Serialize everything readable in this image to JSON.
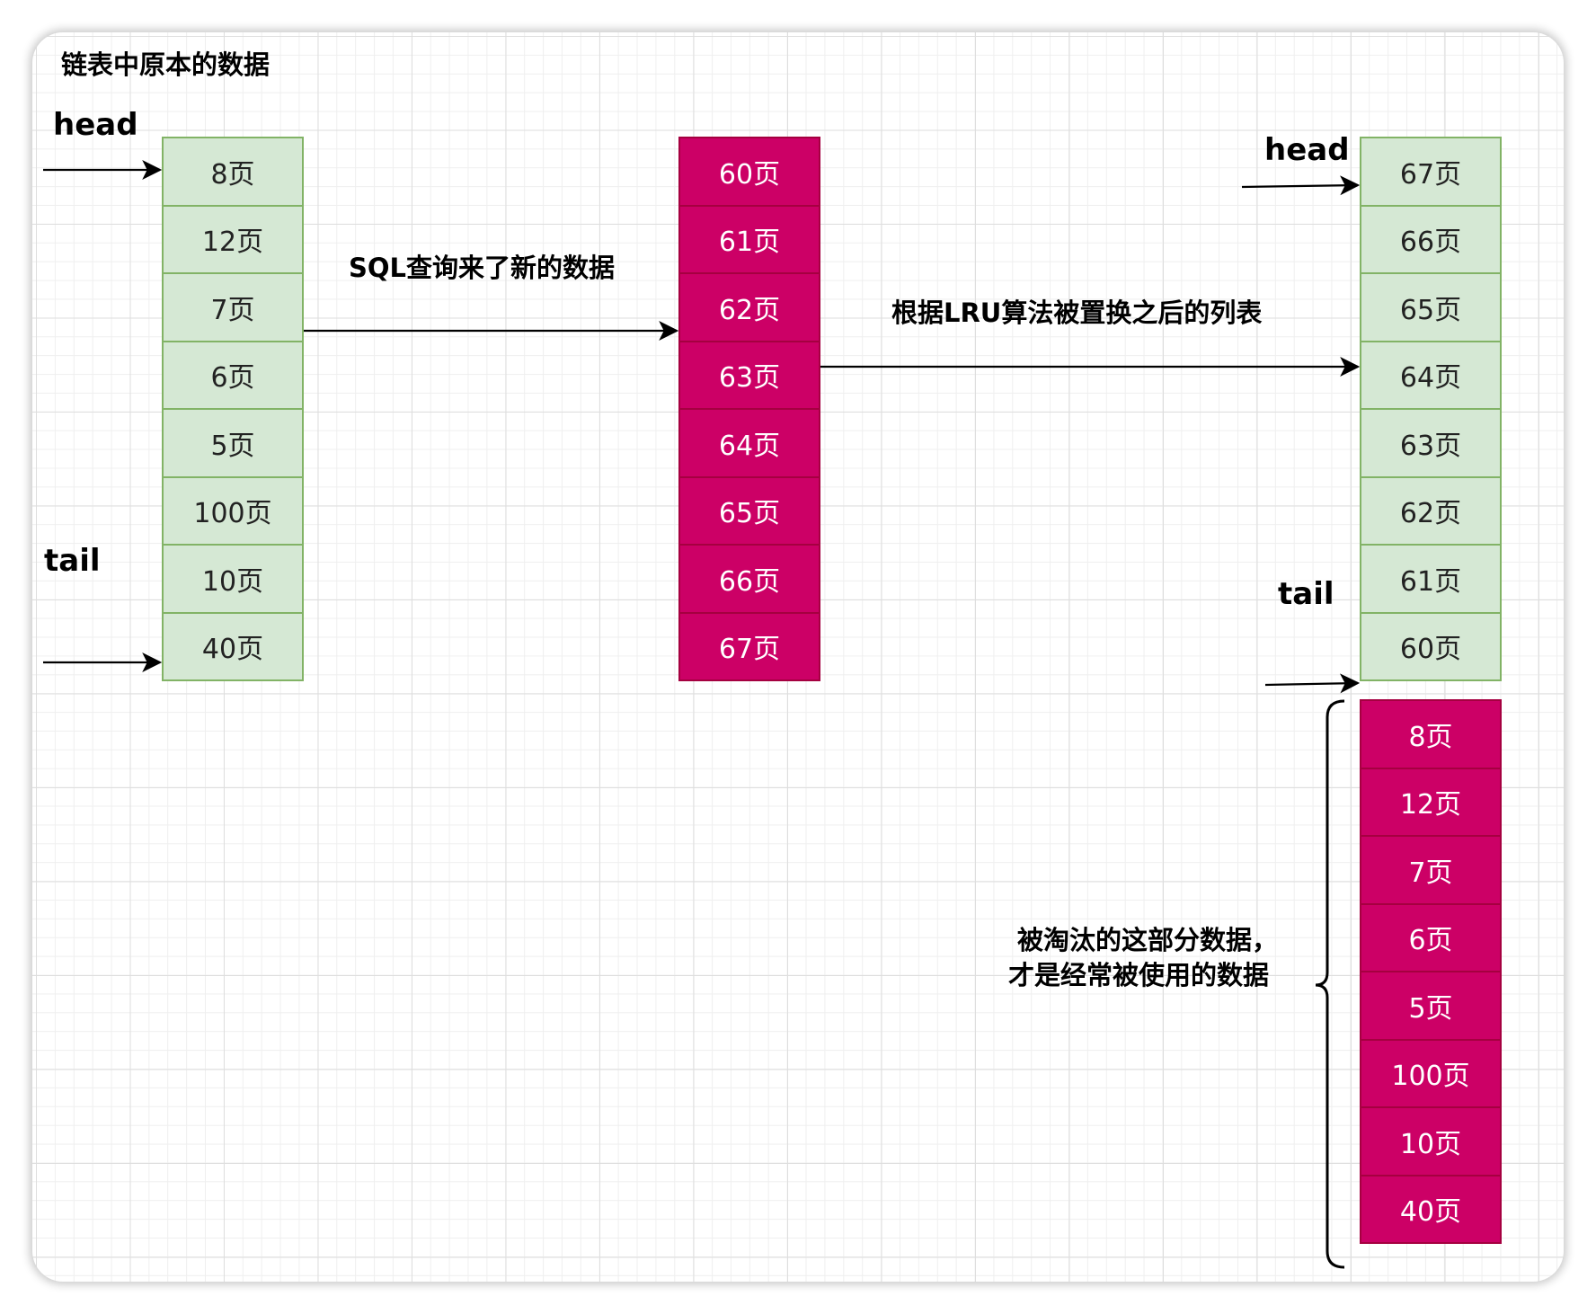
{
  "title": "链表中原本的数据",
  "arrow_labels": {
    "sql": "SQL查询来了新的数据",
    "lru": "根据LRU算法被置换之后的列表"
  },
  "pointers": {
    "head": "head",
    "tail": "tail"
  },
  "original_list": [
    "8页",
    "12页",
    "7页",
    "6页",
    "5页",
    "100页",
    "10页",
    "40页"
  ],
  "new_data": [
    "60页",
    "61页",
    "62页",
    "63页",
    "64页",
    "65页",
    "66页",
    "67页"
  ],
  "result_list": [
    "67页",
    "66页",
    "65页",
    "64页",
    "63页",
    "62页",
    "61页",
    "60页"
  ],
  "evicted_list": [
    "8页",
    "12页",
    "7页",
    "6页",
    "5页",
    "100页",
    "10页",
    "40页"
  ],
  "evicted_note": {
    "line1": "被淘汰的这部分数据，",
    "line2": "才是经常被使用的数据"
  },
  "colors": {
    "green_fill": "#d5e8d4",
    "green_border": "#82b366",
    "red_fill": "#cc0066",
    "red_border": "#a50040"
  }
}
